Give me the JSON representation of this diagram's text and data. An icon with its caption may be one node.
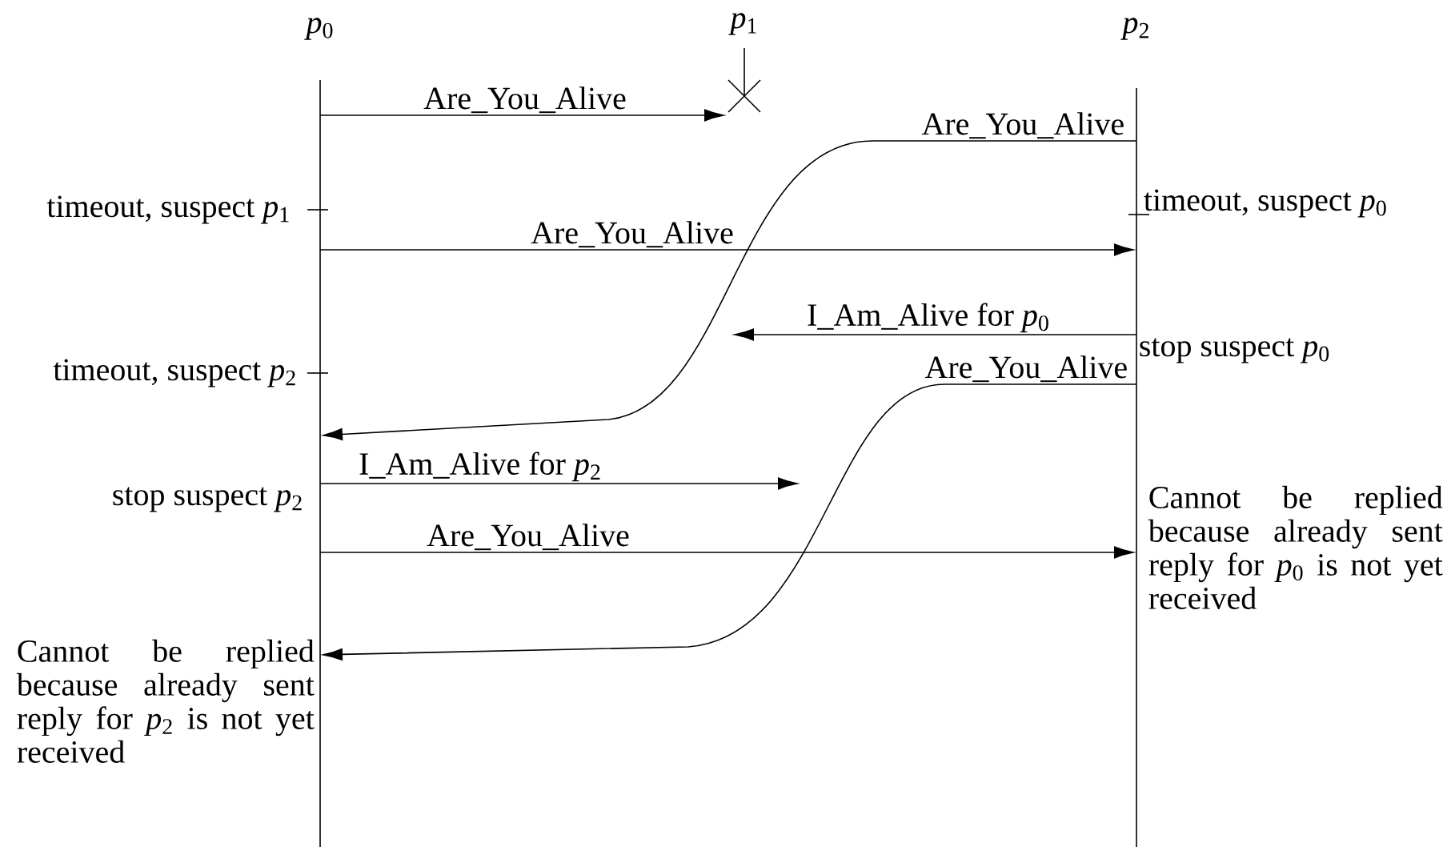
{
  "diagram": {
    "nodes": [
      {
        "text": [
          "*p*$_{0}$"
        ]
      },
      {
        "text": [
          "*p*$_{1}$"
        ]
      },
      {
        "text": [
          "*p*$_{2}$"
        ]
      }
    ],
    "edges": [
      {
        "from": 0,
        "to": 1,
        "arrow": "to",
        "label": "Are_You_Alive"
      },
      {
        "from": 2,
        "to": 0,
        "arrow": "to",
        "label": "Are_You_Alive"
      },
      {
        "from": 0,
        "to": 2,
        "arrow": "to",
        "label": "Are_You_Alive"
      },
      {
        "from": 2,
        "to": null,
        "arrow": "to",
        "label": "I_Am_Alive for *p*$_{0}$"
      },
      {
        "from": 2,
        "to": 0,
        "arrow": "to",
        "label": "Are_You_Alive"
      },
      {
        "from": 0,
        "to": null,
        "arrow": "to",
        "label": "I_Am_Alive for *p*$_{2}$"
      },
      {
        "from": 0,
        "to": 2,
        "arrow": "to",
        "label": "Are_You_Alive"
      }
    ],
    "labels": [
      "timeout, suspect *p*$_{1}$",
      "timeout, suspect *p*$_{0}$",
      "stop suspect *p*$_{0}$",
      "timeout, suspect *p*$_{2}$",
      "stop suspect *p*$_{2}$",
      "Cannot be replied because already sent reply for *p*$_{0}$ is not yet received",
      "Cannot be replied because already sent reply for *p*$_{2}$ is not yet received"
    ]
  }
}
